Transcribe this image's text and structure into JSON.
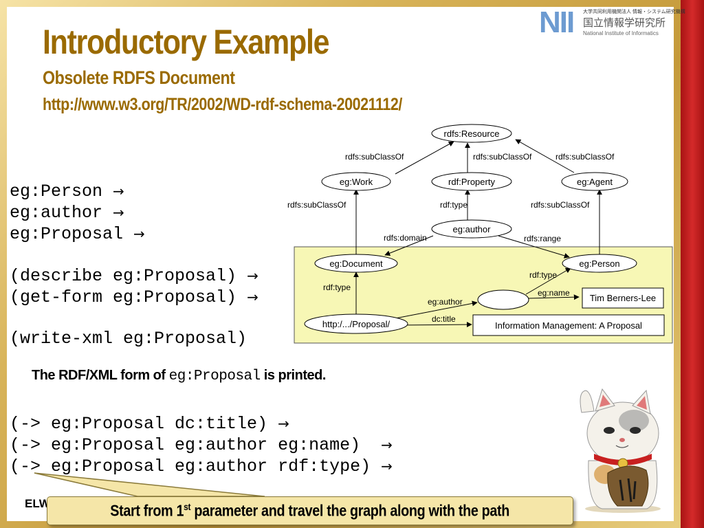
{
  "slide": {
    "title": "Introductory Example",
    "subtitle": "Obsolete RDFS Document",
    "url": "http://www.w3.org/TR/2002/WD-rdf-schema-20021112/"
  },
  "logo": {
    "abbr": "NII",
    "line1": "大学共同利用機関法人 情報・システム研究機構",
    "line2": "国立情報学研究所",
    "line3": "National Institute of Informatics"
  },
  "code": {
    "arrow": "→",
    "block1": [
      "eg:Person",
      "eg:author",
      "eg:Proposal"
    ],
    "block2": [
      "(describe eg:Proposal)",
      "(get-form eg:Proposal)"
    ],
    "block3": "(write-xml eg:Proposal)",
    "block4": [
      "(-> eg:Proposal dc:title)",
      "(-> eg:Proposal eg:author eg:name)",
      "(-> eg:Proposal eg:author rdf:type)"
    ]
  },
  "note": {
    "before": "The RDF/XML form of ",
    "mono": "eg:Proposal",
    "after": " is printed."
  },
  "diagram": {
    "nodes": {
      "resource": "rdfs:Resource",
      "work": "eg:Work",
      "property": "rdf:Property",
      "agent": "eg:Agent",
      "author": "eg:author",
      "document": "eg:Document",
      "person": "eg:Person",
      "proposal": "http:/.../Proposal/",
      "name_value": "Tim Berners-Lee",
      "title_value": "Information Management: A Proposal"
    },
    "edges": {
      "work_sub": "rdfs:subClassOf",
      "prop_sub": "rdfs:subClassOf",
      "agent_sub": "rdfs:subClassOf",
      "doc_sub": "rdfs:subClassOf",
      "person_sub": "rdfs:subClassOf",
      "author_type": "rdf:type",
      "domain": "rdfs:domain",
      "range": "rdfs:range",
      "proposal_type": "rdf:type",
      "blank_type": "rdf:type",
      "eg_author": "eg:author",
      "eg_name": "eg:name",
      "dc_title": "dc:title"
    },
    "colors": {
      "box_fill": "#f7f7b5",
      "box_stroke": "#555555"
    }
  },
  "footer": {
    "left": "ELW"
  },
  "callout": {
    "pre": "Start from 1",
    "sup": "st",
    "post": " parameter and travel the graph along with the path"
  },
  "colors": {
    "title": "#9a6a00",
    "accent_red": "#c41e1e",
    "callout_fill": "#f5e6a8"
  }
}
